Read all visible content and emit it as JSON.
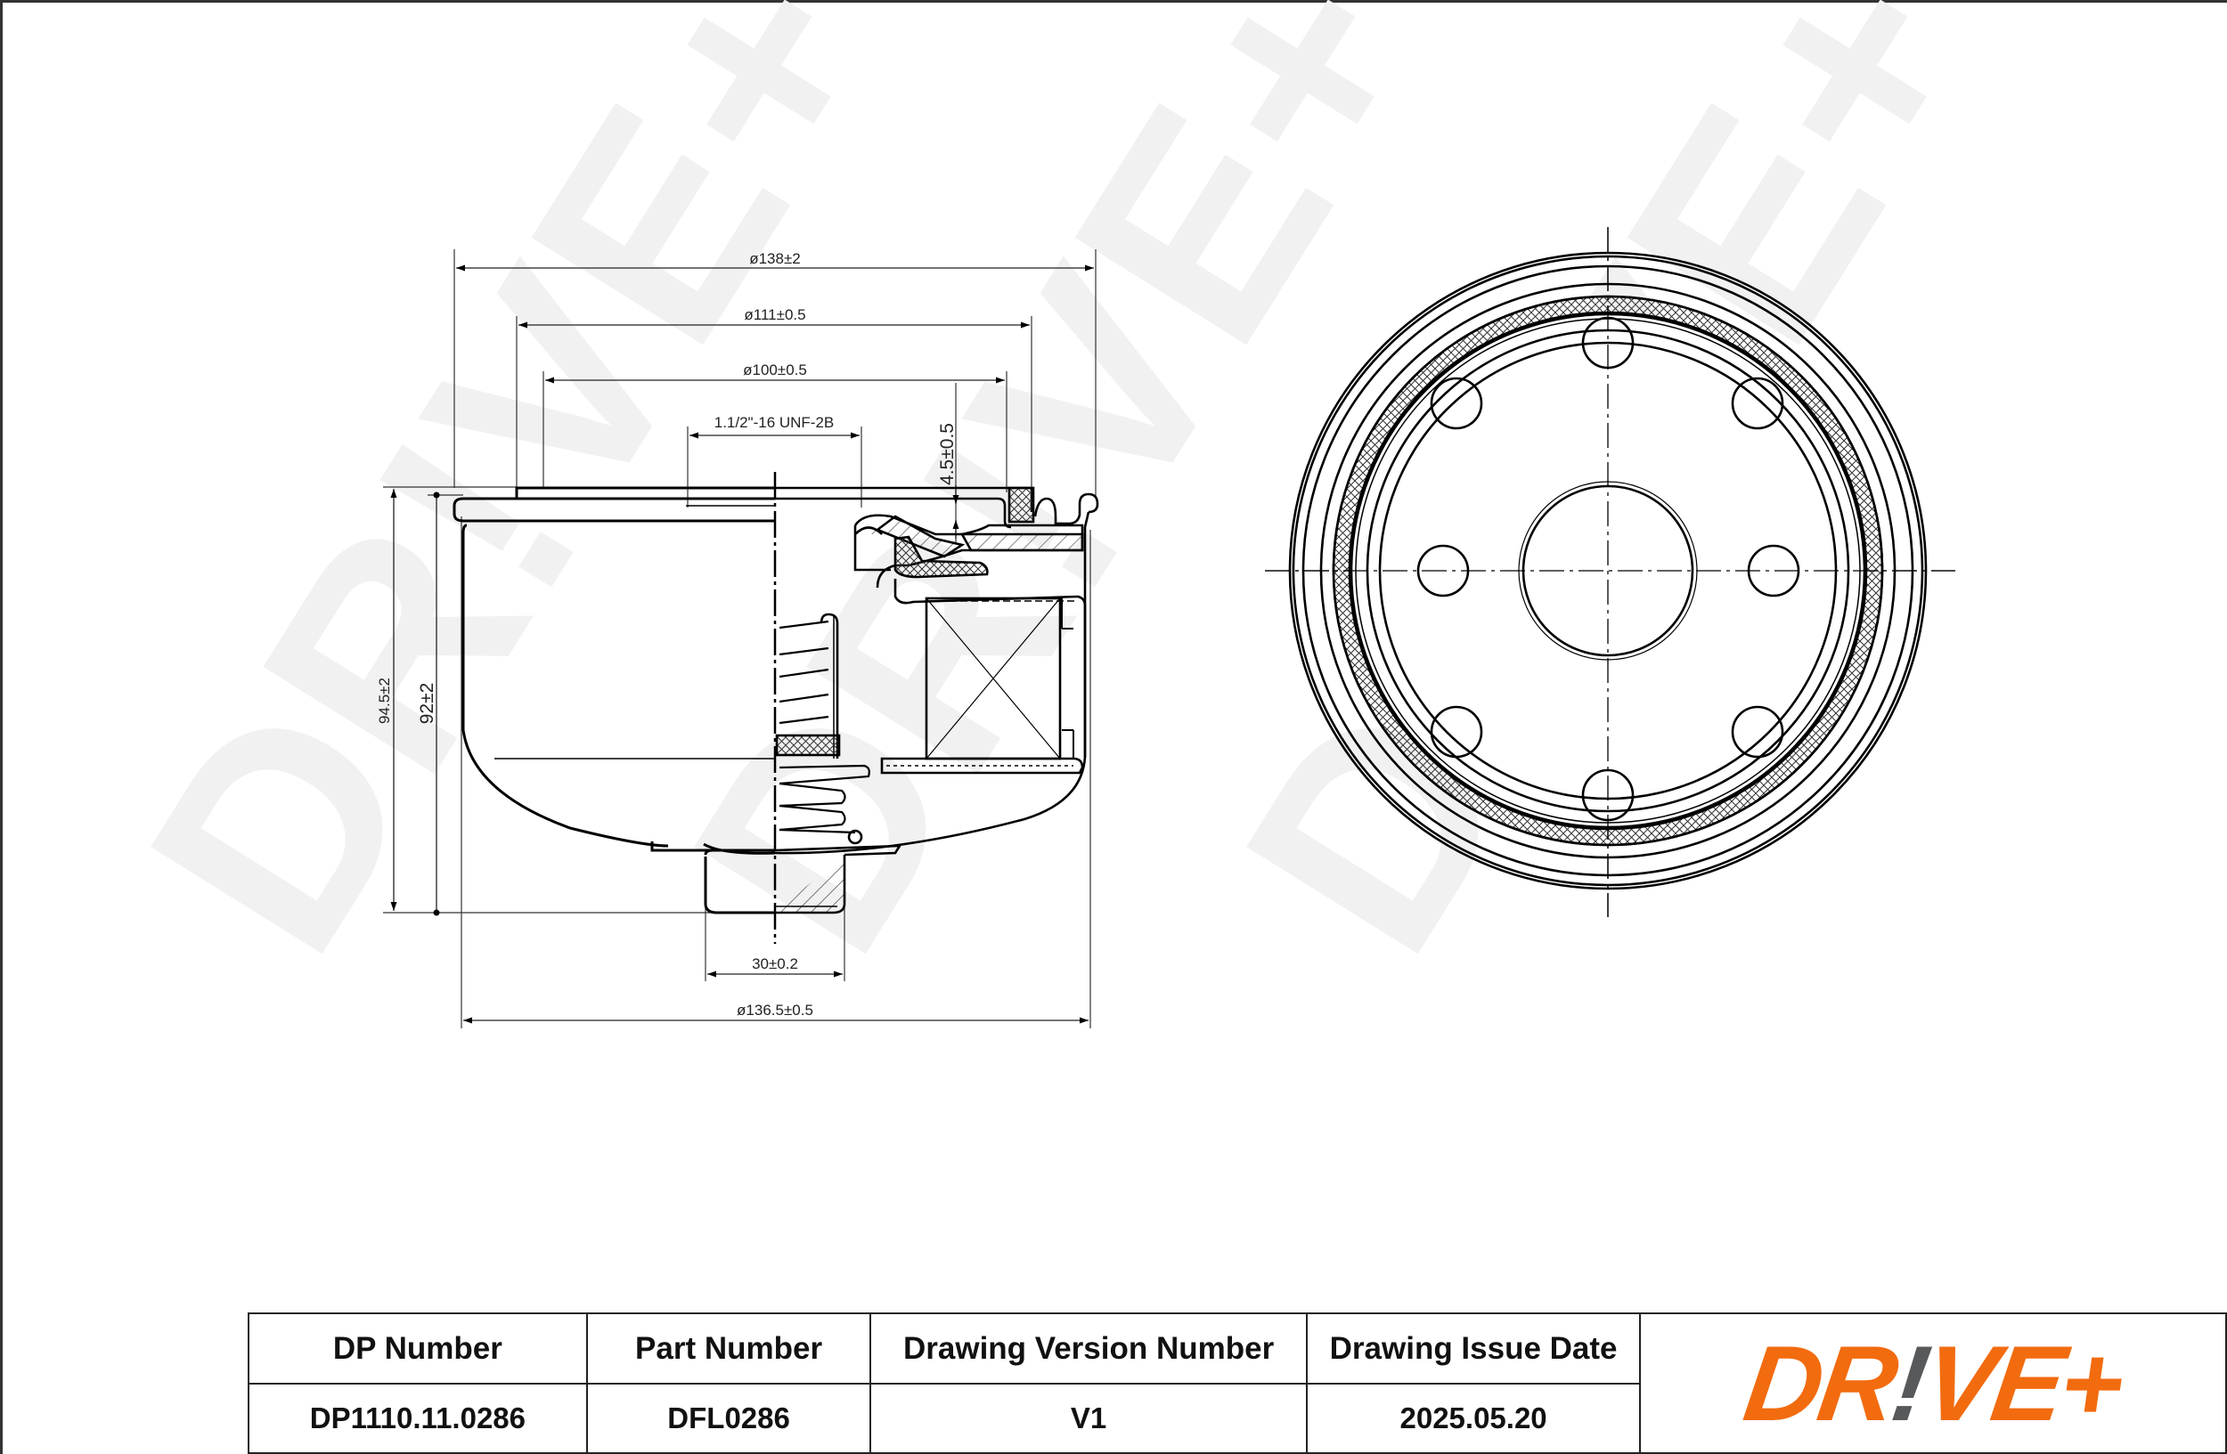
{
  "document": {
    "type": "technical-drawing",
    "subject": "oil filter"
  },
  "watermark": {
    "text": "DR!VE+",
    "color": "#f2f2f2"
  },
  "side_view": {
    "dimensions": {
      "outer_diameter": "ø138±2",
      "gasket_outer_diameter": "ø111±0.5",
      "gasket_inner_diameter": "ø100±0.5",
      "thread": "1.1/2\"-16 UNF-2B",
      "gasket_height": "4.5±0.5",
      "total_height": "94.5±2",
      "body_height": "92±2",
      "base_width": "30±0.2",
      "body_diameter": "ø136.5±0.5"
    }
  },
  "top_view": {
    "inlet_holes": 8,
    "has_center_hole": true,
    "gasket_hatched": true
  },
  "title_block": {
    "headers": {
      "dp_number": "DP Number",
      "part_number": "Part Number",
      "drawing_version": "Drawing Version Number",
      "issue_date": "Drawing Issue Date"
    },
    "values": {
      "dp_number": "DP1110.11.0286",
      "part_number": "DFL0286",
      "drawing_version": "V1",
      "issue_date": "2025.05.20"
    },
    "logo": {
      "part1": "DR",
      "part2": "!",
      "part3": "VE+",
      "primary_color": "#f26b0f",
      "accent_color": "#58595b"
    }
  }
}
